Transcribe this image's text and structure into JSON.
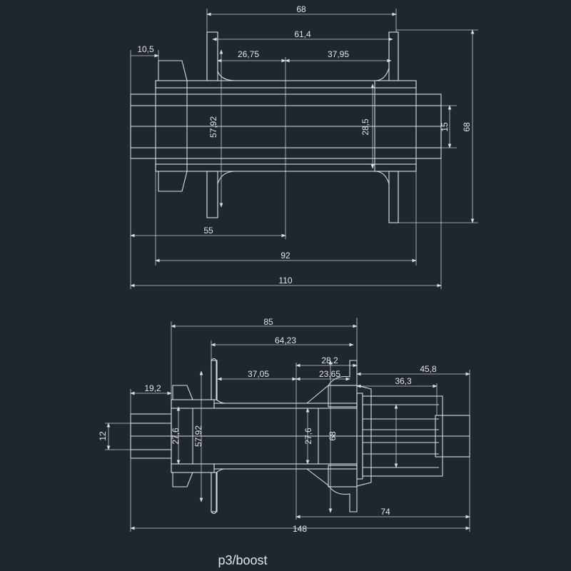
{
  "front_hub": {
    "dims": {
      "overall_flange_width": "68",
      "flange_center_distance": "61,4",
      "left_flange_offset": "26,75",
      "right_flange_offset": "37,95",
      "end_cap_width": "10,5",
      "flange_pcd_left": "57,92",
      "shell_diameter": "28,5",
      "axle_diameter": "15",
      "flange_pcd_right": "68",
      "half_length": "55",
      "shell_length": "92",
      "overall_length": "110"
    }
  },
  "rear_hub": {
    "dims": {
      "body_width": "85",
      "flange_distance": "64,23",
      "right_flange_offset": "28,2",
      "left_offset": "37,05",
      "right_offset": "23,65",
      "freehub_length": "45,8",
      "spline_length": "36,3",
      "end_cap_width": "19,2",
      "axle_diameter": "12",
      "bearing_left": "27,6",
      "flange_pcd_left": "57,92",
      "bearing_right": "27,6",
      "flange_pcd_right": "68",
      "half_length": "74",
      "overall_length": "148"
    }
  },
  "caption": "p3/boost"
}
